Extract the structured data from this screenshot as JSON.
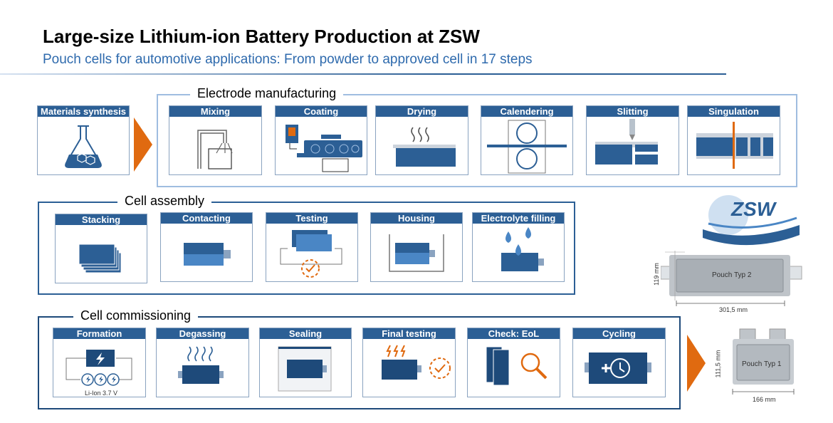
{
  "title": "Large-size Lithium-ion Battery Production at ZSW",
  "subtitle": "Pouch cells for automotive applications: From powder to approved cell in 17 steps",
  "groups": {
    "electrode": "Electrode manufacturing",
    "assembly": "Cell assembly",
    "commissioning": "Cell commissioning"
  },
  "steps": {
    "materials": "Materials synthesis",
    "mixing": "Mixing",
    "coating": "Coating",
    "drying": "Drying",
    "calendering": "Calendering",
    "slitting": "Slitting",
    "singulation": "Singulation",
    "stacking": "Stacking",
    "contacting": "Contacting",
    "testing": "Testing",
    "housing": "Housing",
    "electrolyte": "Electrolyte filling",
    "formation": "Formation",
    "degassing": "Degassing",
    "sealing": "Sealing",
    "final_testing": "Final testing",
    "check_eol": "Check: EoL",
    "cycling": "Cycling"
  },
  "formation_caption": "Li-Ion 3.7 V",
  "logo_text": "ZSW",
  "cells": {
    "typ2": {
      "label": "Pouch Typ 2",
      "height": "119 mm",
      "width": "301,5 mm"
    },
    "typ1": {
      "label": "Pouch Typ 1",
      "height": "111,5 mm",
      "width": "166 mm"
    }
  },
  "colors": {
    "primary": "#2c5f95",
    "light": "#9fbde0",
    "accent": "#e06a10",
    "dark": "#1e4a7a"
  }
}
